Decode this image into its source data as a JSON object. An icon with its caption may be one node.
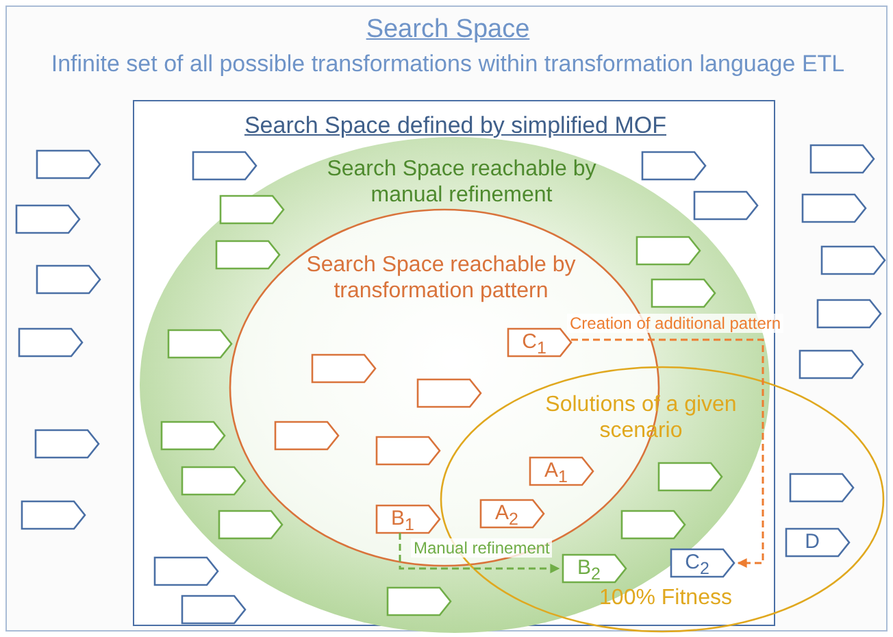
{
  "diagram": {
    "nodes": [
      {
        "text": [
          "Search Space",
          "Infinite set of all possible transformations within transformation language ETL"
        ]
      },
      {
        "text": [
          "Search Space defined by simplified MOF"
        ],
        "in": 0
      },
      {
        "text": [
          "Search Space reachable by manual refinement"
        ],
        "in": 1
      },
      {
        "text": [
          "Search Space reachable by transformation pattern"
        ],
        "in": 2
      },
      {
        "text": [
          "Solutions of a given scenario",
          "100% Fitness"
        ],
        "in": 0
      },
      {
        "text": [],
        "shape": "pentagon",
        "in": 0
      },
      {
        "text": [],
        "shape": "pentagon",
        "in": 0
      },
      {
        "text": [],
        "shape": "pentagon",
        "in": 0
      },
      {
        "text": [],
        "shape": "pentagon",
        "in": 0
      },
      {
        "text": [],
        "shape": "pentagon",
        "in": 0
      },
      {
        "text": [],
        "shape": "pentagon",
        "in": 0
      },
      {
        "text": [],
        "shape": "pentagon",
        "in": 0
      },
      {
        "text": [],
        "shape": "pentagon",
        "in": 0
      },
      {
        "text": [],
        "shape": "pentagon",
        "in": 0
      },
      {
        "text": [],
        "shape": "pentagon",
        "in": 0
      },
      {
        "text": [],
        "shape": "pentagon",
        "in": 0
      },
      {
        "text": [],
        "shape": "pentagon",
        "in": 4
      },
      {
        "text": [
          "D"
        ],
        "in": 4
      },
      {
        "text": [],
        "shape": "pentagon",
        "in": 1
      },
      {
        "text": [],
        "shape": "pentagon",
        "in": 1
      },
      {
        "text": [],
        "shape": "pentagon",
        "in": 1
      },
      {
        "text": [],
        "shape": "pentagon",
        "in": 1
      },
      {
        "text": [],
        "shape": "pentagon",
        "in": 1
      },
      {
        "text": [
          "C$_{2}$"
        ]
      },
      {
        "text": [],
        "shape": "pentagon",
        "in": 2
      },
      {
        "text": [],
        "shape": "pentagon",
        "in": 2
      },
      {
        "text": [],
        "shape": "pentagon",
        "in": 2
      },
      {
        "text": [],
        "shape": "pentagon",
        "in": 2
      },
      {
        "text": [],
        "shape": "pentagon",
        "in": 2
      },
      {
        "text": [],
        "shape": "pentagon",
        "in": 2
      },
      {
        "text": [],
        "shape": "pentagon",
        "in": 2
      },
      {
        "text": [],
        "shape": "pentagon",
        "in": 2
      },
      {
        "text": [],
        "shape": "pentagon",
        "in": 2
      },
      {
        "text": [],
        "shape": "pentagon"
      },
      {
        "text": [],
        "shape": "pentagon"
      },
      {
        "text": [
          "B$_{2}$"
        ]
      },
      {
        "text": [],
        "shape": "pentagon",
        "in": 3
      },
      {
        "text": [],
        "shape": "pentagon",
        "in": 3
      },
      {
        "text": [],
        "shape": "pentagon",
        "in": 3
      },
      {
        "text": [],
        "shape": "pentagon",
        "in": 3
      },
      {
        "text": [
          "C$_{1}$"
        ],
        "in": 3
      },
      {
        "text": [
          "B$_{1}$"
        ],
        "in": 3
      },
      {
        "text": [
          "A$_{1}$"
        ]
      },
      {
        "text": [
          "A$_{2}$"
        ]
      }
    ],
    "edges": [
      {
        "from": 40,
        "to": 23,
        "arrow": "to",
        "style": "dashed",
        "color": "#ed7d31",
        "label": "Creation of additional pattern"
      },
      {
        "from": 41,
        "to": 35,
        "arrow": "to",
        "style": "dashed",
        "color": "#70ad47",
        "label": "Manual refinement"
      }
    ]
  }
}
